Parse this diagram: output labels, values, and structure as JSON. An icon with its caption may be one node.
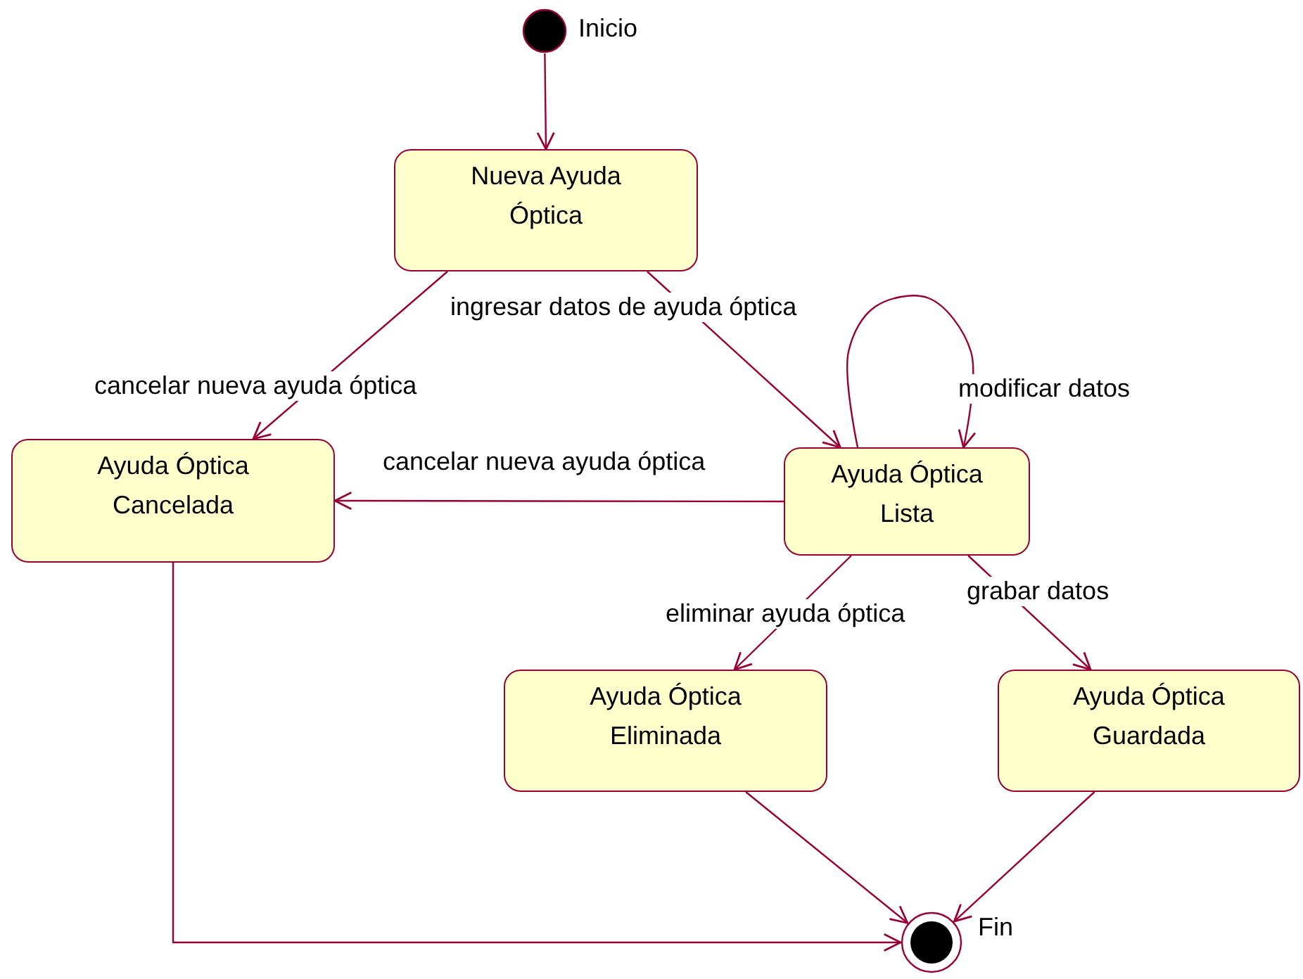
{
  "diagram": {
    "nodes": [
      {
        "text": [],
        "shape": "circle",
        "beside": [
          "Inicio"
        ]
      },
      {
        "text": [
          "Nueva Ayuda Óptica"
        ]
      },
      {
        "text": [
          "Ayuda Óptica Cancelada"
        ]
      },
      {
        "text": [
          "Ayuda Óptica Lista"
        ]
      },
      {
        "text": [
          "Ayuda Óptica Eliminada"
        ]
      },
      {
        "text": [
          "Ayuda Óptica Guardada"
        ]
      },
      {
        "text": [],
        "shape": "circle",
        "beside": [
          "Fin"
        ]
      }
    ],
    "edges": [
      {
        "from": 0,
        "to": 1,
        "arrow": "to"
      },
      {
        "from": 1,
        "to": 2,
        "arrow": "to",
        "label": "cancelar nueva ayuda óptica"
      },
      {
        "from": 1,
        "to": 3,
        "arrow": "to",
        "label": "ingresar datos de ayuda óptica"
      },
      {
        "from": 3,
        "to": 3,
        "arrow": "to",
        "label": "modificar datos"
      },
      {
        "from": 3,
        "to": 2,
        "arrow": "to",
        "label": "cancelar nueva ayuda óptica"
      },
      {
        "from": 3,
        "to": 4,
        "arrow": "to",
        "label": "eliminar ayuda óptica"
      },
      {
        "from": 3,
        "to": 5,
        "arrow": "to",
        "label": "grabar datos"
      },
      {
        "from": 2,
        "to": 6,
        "arrow": "to"
      },
      {
        "from": 4,
        "to": 6,
        "arrow": "to"
      },
      {
        "from": 5,
        "to": 6,
        "arrow": "to"
      }
    ]
  }
}
